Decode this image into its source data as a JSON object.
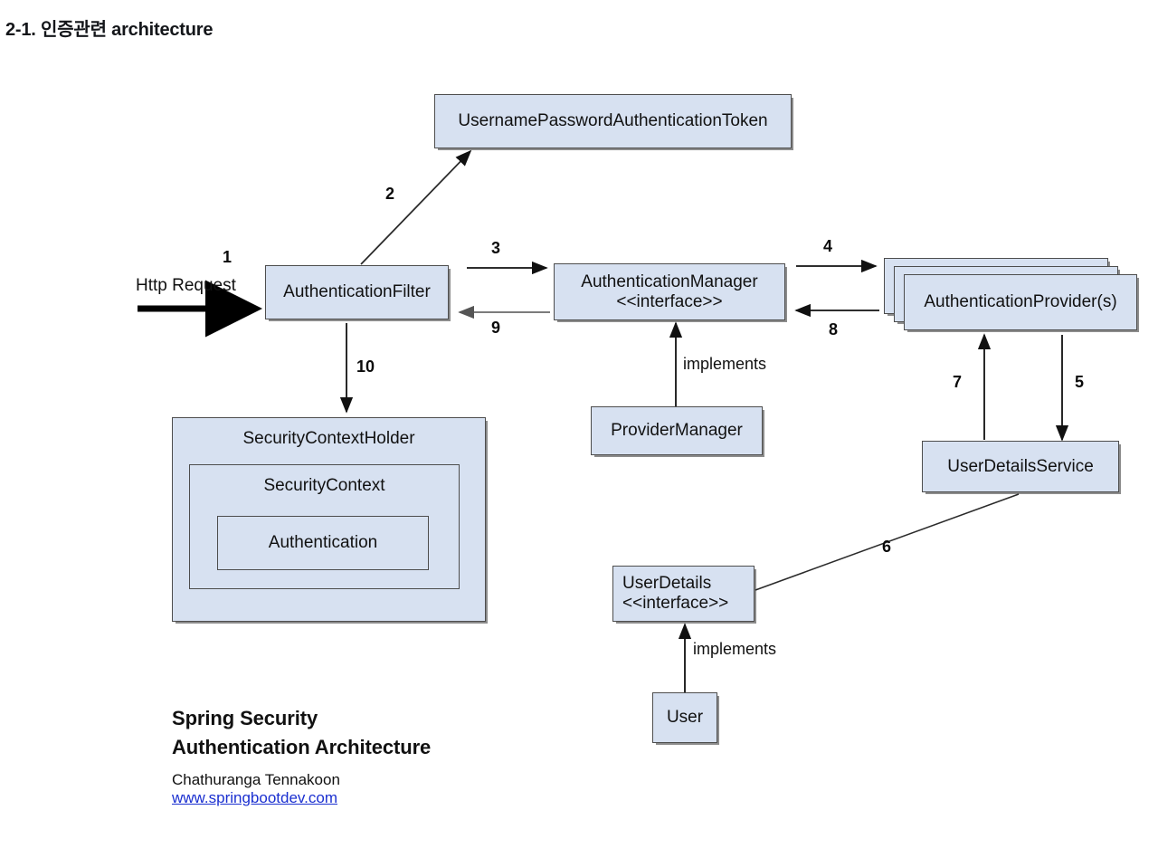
{
  "page": {
    "title": "2-1. 인증관련 architecture",
    "background": "#ffffff",
    "node_fill": "#d7e1f1",
    "node_border": "#4d4d4d",
    "link_color": "#1a2fd0"
  },
  "diagram": {
    "name": "Spring Security Authentication Architecture",
    "nodes": {
      "token": {
        "label": "UsernamePasswordAuthenticationToken"
      },
      "auth_filter": {
        "label": "AuthenticationFilter"
      },
      "auth_manager": {
        "label": "AuthenticationManager\n<<interface>>"
      },
      "auth_provider": {
        "label": "AuthenticationProvider(s)"
      },
      "provider_manager": {
        "label": "ProviderManager"
      },
      "user_details_service": {
        "label": "UserDetailsService"
      },
      "user_details": {
        "label": "UserDetails\n<<interface>>"
      },
      "user": {
        "label": "User"
      },
      "security_context_holder": {
        "label": "SecurityContextHolder"
      },
      "security_context": {
        "label": "SecurityContext"
      },
      "authentication": {
        "label": "Authentication"
      }
    },
    "entry": {
      "request_label": "Http Request",
      "request_step": "1"
    },
    "steps": {
      "s2": "2",
      "s3": "3",
      "s4": "4",
      "s5": "5",
      "s6": "6",
      "s7": "7",
      "s8": "8",
      "s9": "9",
      "s10": "10"
    },
    "relations": {
      "implements_manager": "implements",
      "implements_userdetails": "implements"
    }
  },
  "caption": {
    "title_line1": "Spring Security",
    "title_line2": "Authentication Architecture",
    "author": "Chathuranga Tennakoon",
    "link": "www.springbootdev.com"
  }
}
